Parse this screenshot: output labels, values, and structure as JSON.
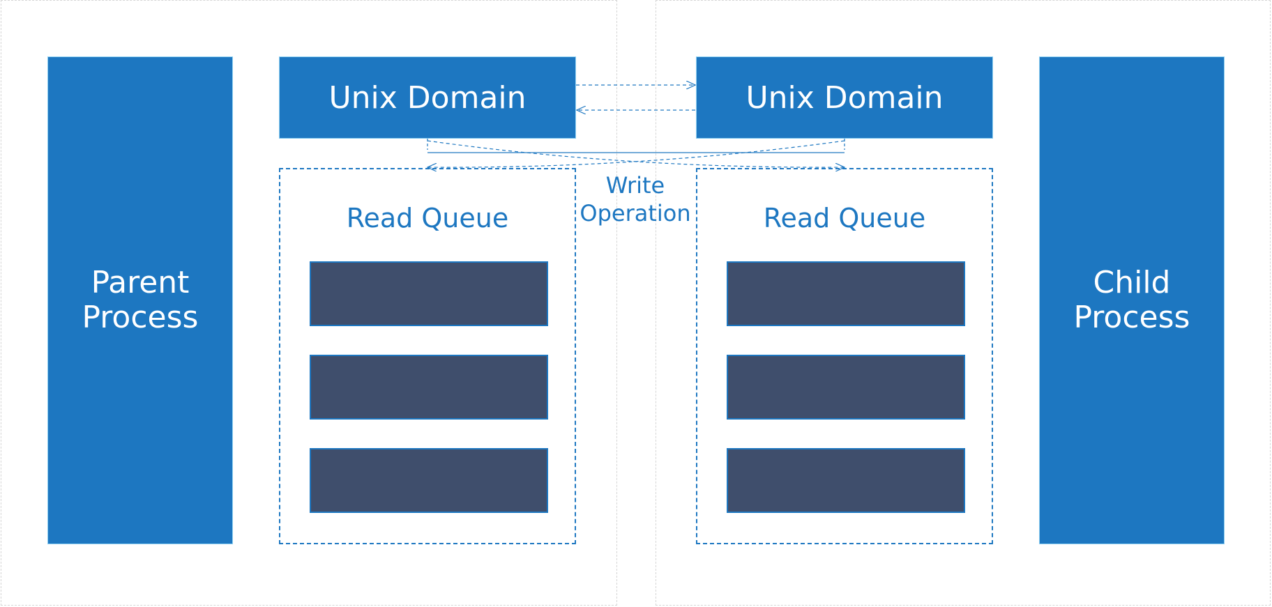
{
  "diagram": {
    "parent": {
      "line1": "Parent",
      "line2": "Process"
    },
    "child": {
      "line1": "Child",
      "line2": "Process"
    },
    "left_domain": {
      "label": "Unix Domain"
    },
    "right_domain": {
      "label": "Unix Domain"
    },
    "left_queue": {
      "label": "Read Queue",
      "slots": 3
    },
    "right_queue": {
      "label": "Read Queue",
      "slots": 3
    },
    "write_operation": {
      "line1": "Write",
      "line2": "Operation"
    }
  },
  "colors": {
    "process_fill": "#1d77c1",
    "slot_fill": "#3f4e6c",
    "accent_text": "#1d77c1"
  }
}
